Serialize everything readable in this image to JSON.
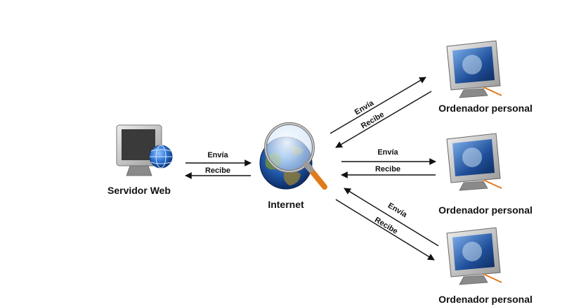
{
  "nodes": {
    "server": {
      "label": "Servidor Web"
    },
    "internet": {
      "label": "Internet"
    },
    "pc1": {
      "label": "Ordenador personal"
    },
    "pc2": {
      "label": "Ordenador personal"
    },
    "pc3": {
      "label": "Ordenador personal"
    }
  },
  "links": {
    "server_internet": {
      "send": "Envía",
      "receive": "Recibe"
    },
    "internet_pc1": {
      "send": "Envía",
      "receive": "Recibe"
    },
    "internet_pc2": {
      "send": "Envía",
      "receive": "Recibe"
    },
    "internet_pc3": {
      "send": "Envía",
      "receive": "Recibe"
    }
  },
  "colors": {
    "monitor_bezel": "#c9c9c9",
    "monitor_screen": "#1f4f9a",
    "globe_blue": "#2a6fd0",
    "magnifier_handle": "#e07a1c",
    "line": "#111111"
  }
}
